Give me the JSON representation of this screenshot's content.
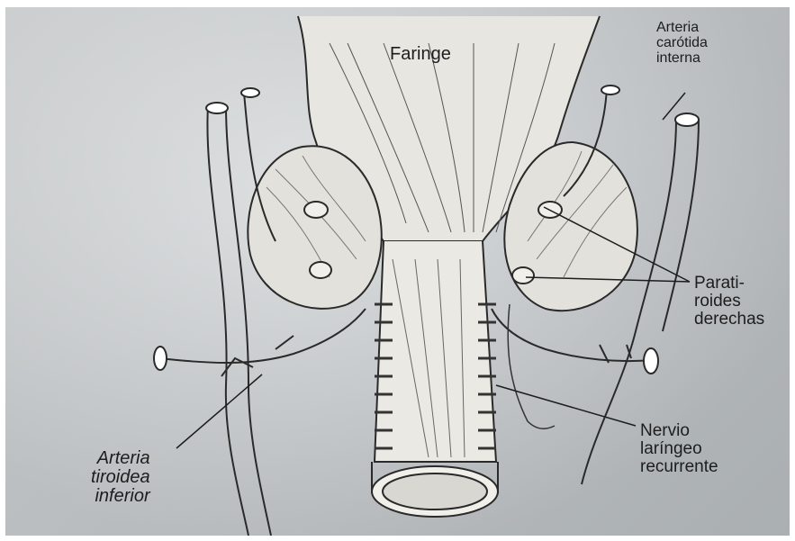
{
  "figure": {
    "labels": {
      "faringe": "Faringe",
      "carotida": [
        "Arteria",
        "carótida",
        "interna"
      ],
      "paratiroides": [
        "Parati-",
        "roides",
        "derechas"
      ],
      "nervio": [
        "Nervio",
        "laríngeo",
        "recurrente"
      ],
      "arteria_tiroidea": [
        "Arteria",
        "tiroidea",
        "inferior"
      ]
    },
    "colors": {
      "ink": "#1d1d1d",
      "paper": "#cfd3d5"
    }
  }
}
